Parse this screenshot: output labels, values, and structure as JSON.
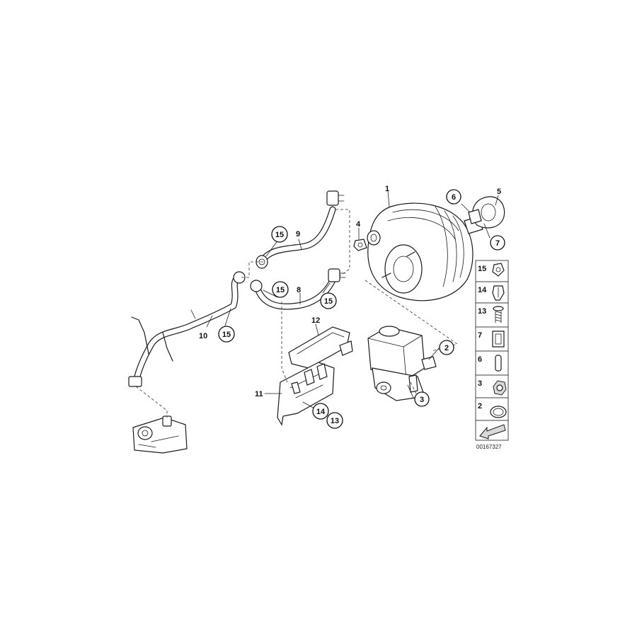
{
  "diagram": {
    "part_labels": {
      "p1": "1",
      "p4": "4",
      "p5": "5",
      "p9": "9",
      "p8": "8",
      "p10": "10",
      "p11": "11",
      "p12": "12"
    },
    "callouts": {
      "c6": "6",
      "c7": "7",
      "c15a": "15",
      "c15b": "15",
      "c15c": "15",
      "c2": "2",
      "c3": "3",
      "c14": "14",
      "c13": "13"
    },
    "legend": [
      {
        "id": "15",
        "icon": "hose-clamp-icon"
      },
      {
        "id": "14",
        "icon": "clip-nut-icon"
      },
      {
        "id": "13",
        "icon": "screw-washer-icon"
      },
      {
        "id": "7",
        "icon": "clip-icon"
      },
      {
        "id": "6",
        "icon": "pin-icon"
      },
      {
        "id": "3",
        "icon": "hex-nut-icon"
      },
      {
        "id": "2",
        "icon": "o-ring-icon"
      }
    ],
    "reference_number": "00167327"
  }
}
